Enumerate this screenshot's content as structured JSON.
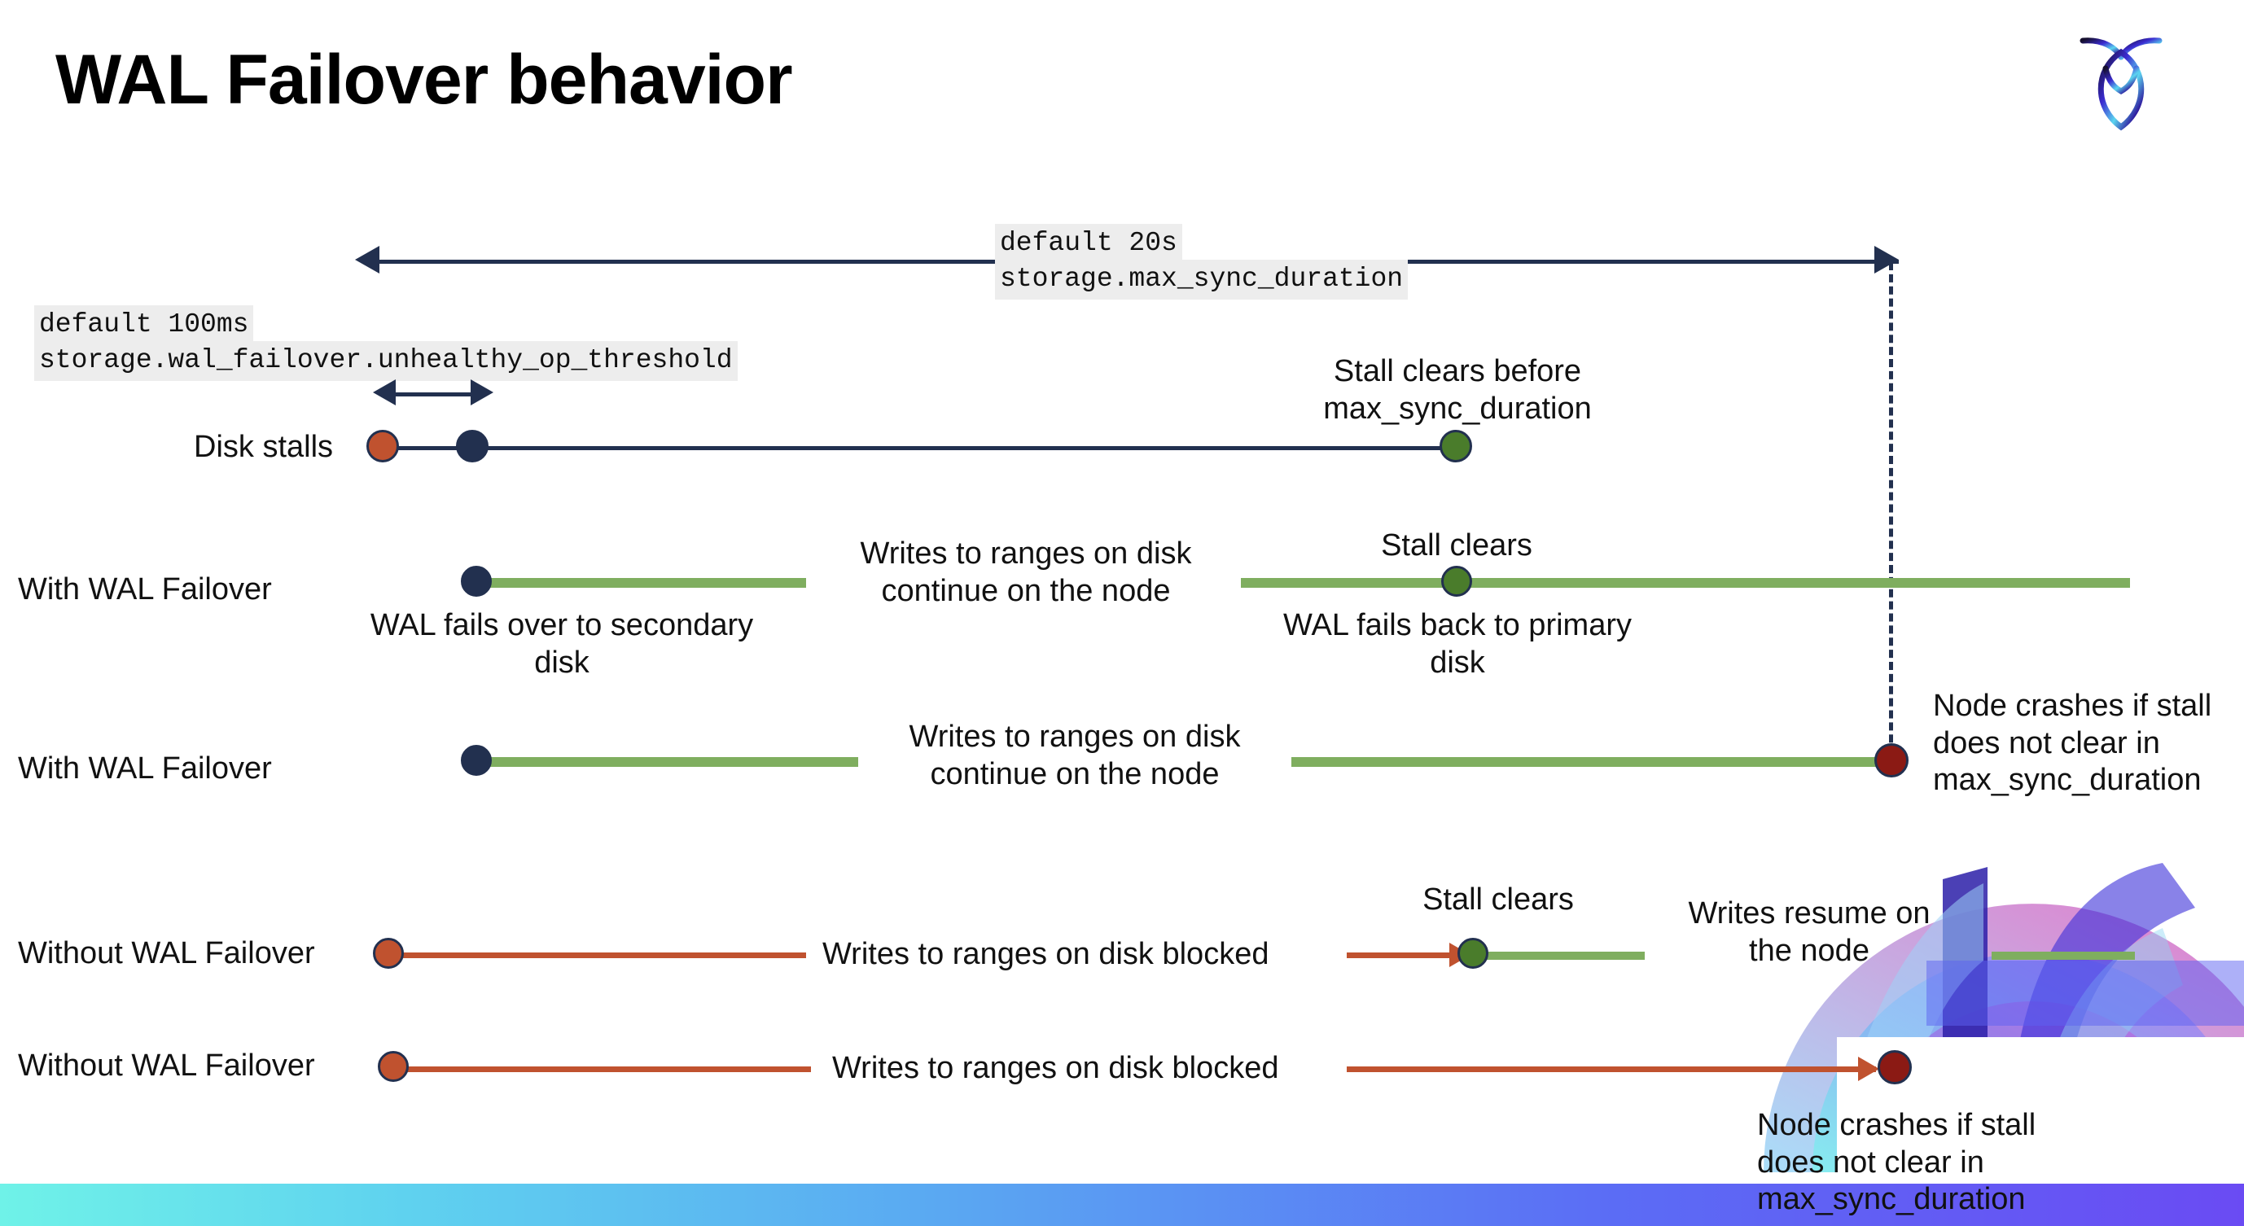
{
  "title": "WAL Failover behavior",
  "logo": {
    "name": "cockroachdb-logo"
  },
  "colors": {
    "navy": "#22304f",
    "green_line": "#7FAE5F",
    "green_dot": "#4A7C2B",
    "orange": "#C0522F",
    "dark_red": "#8B1A14",
    "code_bg": "#ededed"
  },
  "code_labels": {
    "max_sync": {
      "line1": "default 20s",
      "line2": "storage.max_sync_duration"
    },
    "unhealthy_op": {
      "line1": "default 100ms",
      "line2": "storage.wal_failover.unhealthy_op_threshold"
    }
  },
  "rows": [
    {
      "id": "disk-stalls",
      "label": "Disk stalls"
    },
    {
      "id": "with-wal-failover-1",
      "label": "With WAL Failover"
    },
    {
      "id": "with-wal-failover-2",
      "label": "With WAL Failover"
    },
    {
      "id": "without-wal-failover-1",
      "label": "Without WAL Failover"
    },
    {
      "id": "without-wal-failover-2",
      "label": "Without WAL Failover"
    }
  ],
  "annotations": {
    "stall_clears_before": "Stall clears before\nmax_sync_duration",
    "stall_clears_a": "Stall clears",
    "stall_clears_b": "Stall clears",
    "wal_fails_over": "WAL fails over to\nsecondary disk",
    "wal_fails_back": "WAL fails  back\nto primary disk",
    "writes_continue_1": "Writes to ranges on disk\ncontinue on the node",
    "writes_continue_2": "Writes to ranges on disk\ncontinue on the node",
    "node_crashes_1": "Node crashes if stall\ndoes not clear in\nmax_sync_duration",
    "node_crashes_2": "Node crashes if stall\ndoes not clear in\nmax_sync_duration",
    "writes_blocked_1": "Writes to ranges on disk  blocked",
    "writes_blocked_2": "Writes to ranges on disk  blocked",
    "writes_resume": "Writes resume on\nthe node"
  }
}
